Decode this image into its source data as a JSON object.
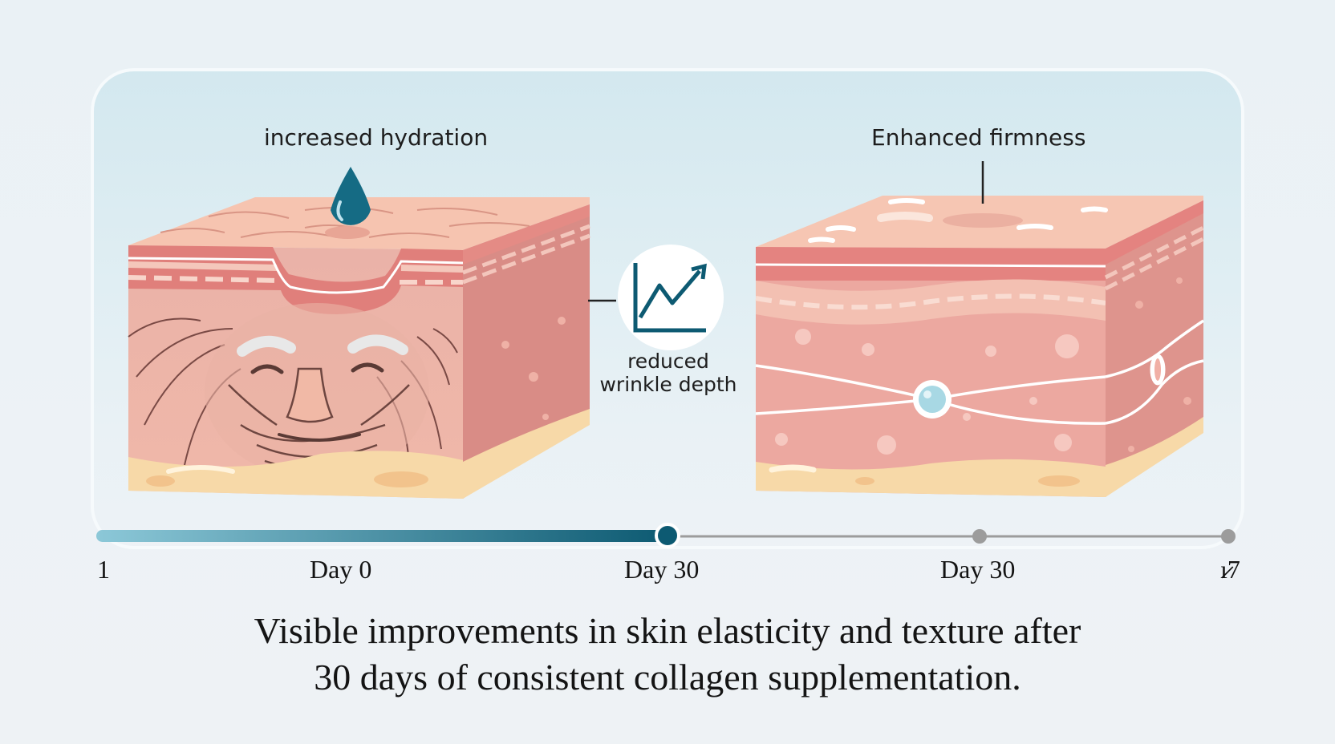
{
  "labels": {
    "hydration": "increased hydration",
    "firmness": "Enhanced firmness",
    "wrinkle_line1": "reduced",
    "wrinkle_line2": "wrinkle depth"
  },
  "timeline": {
    "start_label": "1",
    "end_label": "ı̷7",
    "markers": [
      {
        "label": "Day 0"
      },
      {
        "label": "Day 30"
      },
      {
        "label": "Day 30"
      }
    ],
    "progress_fraction": 0.5
  },
  "caption": {
    "line1": "Visible improvements in skin elasticity and texture after",
    "line2": "30 days of consistent collagen supplementation."
  },
  "colors": {
    "accent": "#0d5a72",
    "timeline_start": "#8cc8d8",
    "skin_surface": "#f6c4b0",
    "dermis": "#e9a79d",
    "fat_layer": "#f7d9a8",
    "droplet": "#156b84"
  },
  "icons": [
    "droplet-icon",
    "growth-chart-icon",
    "face-icon"
  ]
}
